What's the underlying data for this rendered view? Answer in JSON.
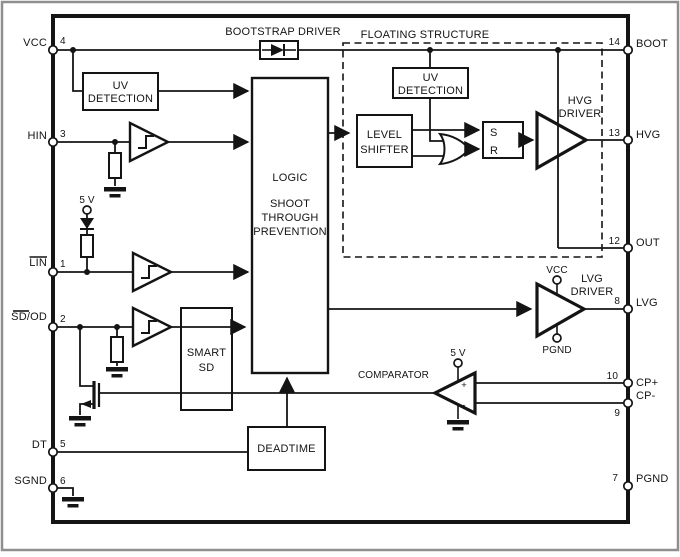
{
  "colors": {
    "line": "#141414",
    "frame": "#8f8f8f",
    "background": "#ffffff"
  },
  "pins": {
    "left": [
      {
        "number": "4",
        "name": "VCC"
      },
      {
        "number": "3",
        "name": "HIN"
      },
      {
        "number": "1",
        "name": "LIN",
        "overline": true
      },
      {
        "number": "2",
        "name": "SD/OD",
        "name_overlined": "SD",
        "name_rest": "/OD"
      },
      {
        "number": "5",
        "name": "DT"
      },
      {
        "number": "6",
        "name": "SGND"
      }
    ],
    "right": [
      {
        "number": "14",
        "name": "BOOT"
      },
      {
        "number": "13",
        "name": "HVG"
      },
      {
        "number": "12",
        "name": "OUT"
      },
      {
        "number": "8",
        "name": "LVG"
      },
      {
        "number": "10",
        "name": "CP+"
      },
      {
        "number": "9",
        "name": "CP-"
      },
      {
        "number": "7",
        "name": "PGND"
      }
    ]
  },
  "blocks": {
    "bootstrap_driver": "BOOTSTRAP DRIVER",
    "floating_structure": "FLOATING STRUCTURE",
    "uv_detection": {
      "line1": "UV",
      "line2": "DETECTION"
    },
    "logic": {
      "line1": "LOGIC",
      "line2": "SHOOT",
      "line3": "THROUGH",
      "line4": "PREVENTION"
    },
    "level_shifter": {
      "line1": "LEVEL",
      "line2": "SHIFTER"
    },
    "sr_latch": {
      "set": "S",
      "reset": "R"
    },
    "hvg_driver": {
      "line1": "HVG",
      "line2": "DRIVER"
    },
    "lvg_driver": {
      "line1": "LVG",
      "line2": "DRIVER",
      "vcc": "VCC",
      "pgnd": "PGND"
    },
    "smart_sd": {
      "line1": "SMART",
      "line2": "SD"
    },
    "deadtime": "DEADTIME",
    "comparator": {
      "label": "COMPARATOR",
      "plus": "+",
      "minus": "-",
      "supply": "5 V"
    }
  },
  "labels": {
    "lin_pullup_supply": "5 V"
  }
}
